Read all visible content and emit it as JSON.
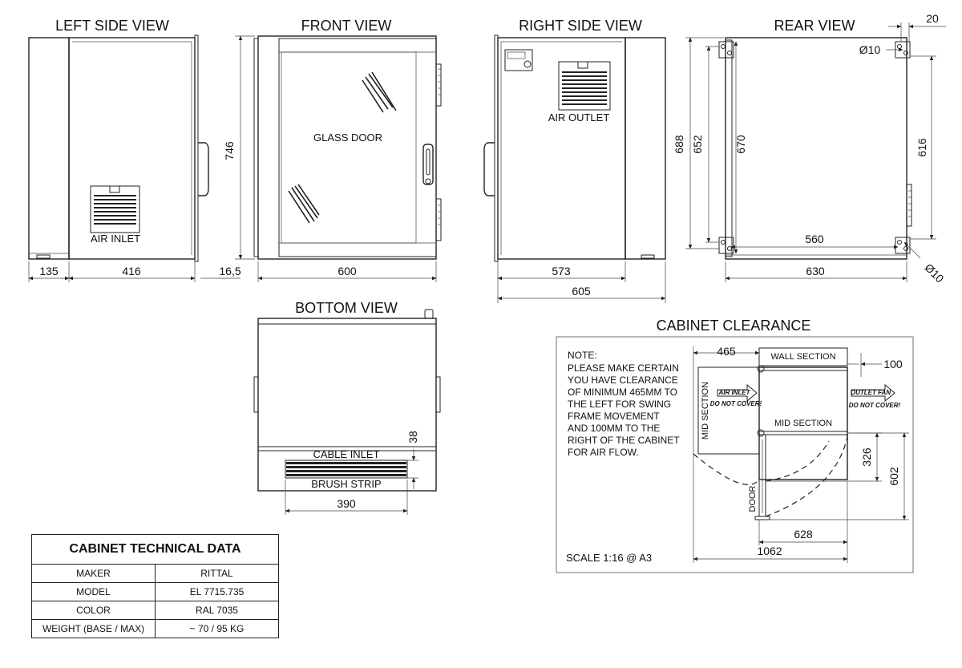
{
  "views": {
    "left_title": "LEFT SIDE VIEW",
    "front_title": "FRONT VIEW",
    "right_title": "RIGHT SIDE VIEW",
    "rear_title": "REAR VIEW",
    "bottom_title": "BOTTOM VIEW",
    "clearance_title": "CABINET CLEARANCE"
  },
  "labels": {
    "air_inlet": "AIR INLET",
    "glass_door": "GLASS DOOR",
    "air_outlet": "AIR OUTLET",
    "cable_inlet": "CABLE INLET",
    "brush_strip": "BRUSH STRIP",
    "wall_section": "WALL SECTION",
    "mid_section": "MID SECTION",
    "mid_section_vertical": "MID SECTION",
    "air_inlet_arrow": "AIR INLET",
    "outlet_fan_arrow": "OUTLET FAN",
    "do_not_cover_left": "DO NOT COVER!",
    "do_not_cover_right": "DO NOT COVER!",
    "door": "DOOR",
    "scale": "SCALE 1:16 @ A3"
  },
  "dimensions": {
    "left_135": "135",
    "left_416": "416",
    "left_746": "746",
    "front_16_5": "16,5",
    "front_600": "600",
    "right_573": "573",
    "right_605": "605",
    "rear_20": "20",
    "rear_d10_top": "Ø10",
    "rear_d10_bottom": "Ø10",
    "rear_688": "688",
    "rear_652": "652",
    "rear_670": "670",
    "rear_616": "616",
    "rear_560": "560",
    "rear_630": "630",
    "bottom_38": "38",
    "bottom_390": "390",
    "cl_465": "465",
    "cl_100": "100",
    "cl_326": "326",
    "cl_602": "602",
    "cl_628": "628",
    "cl_1062": "1062"
  },
  "note": {
    "lines": [
      "NOTE:",
      "PLEASE MAKE CERTAIN",
      "YOU HAVE CLEARANCE",
      "OF MINIMUM 465MM TO",
      "THE LEFT FOR SWING",
      "FRAME MOVEMENT",
      "AND 100MM TO THE",
      "RIGHT OF THE CABINET",
      "FOR AIR FLOW."
    ]
  },
  "tech_table": {
    "title": "CABINET TECHNICAL DATA",
    "rows": [
      {
        "key": "MAKER",
        "value": "RITTAL"
      },
      {
        "key": "MODEL",
        "value": "EL 7715.735"
      },
      {
        "key": "COLOR",
        "value": "RAL 7035"
      },
      {
        "key": "WEIGHT (BASE / MAX)",
        "value": "~ 70 / 95 KG"
      }
    ]
  }
}
